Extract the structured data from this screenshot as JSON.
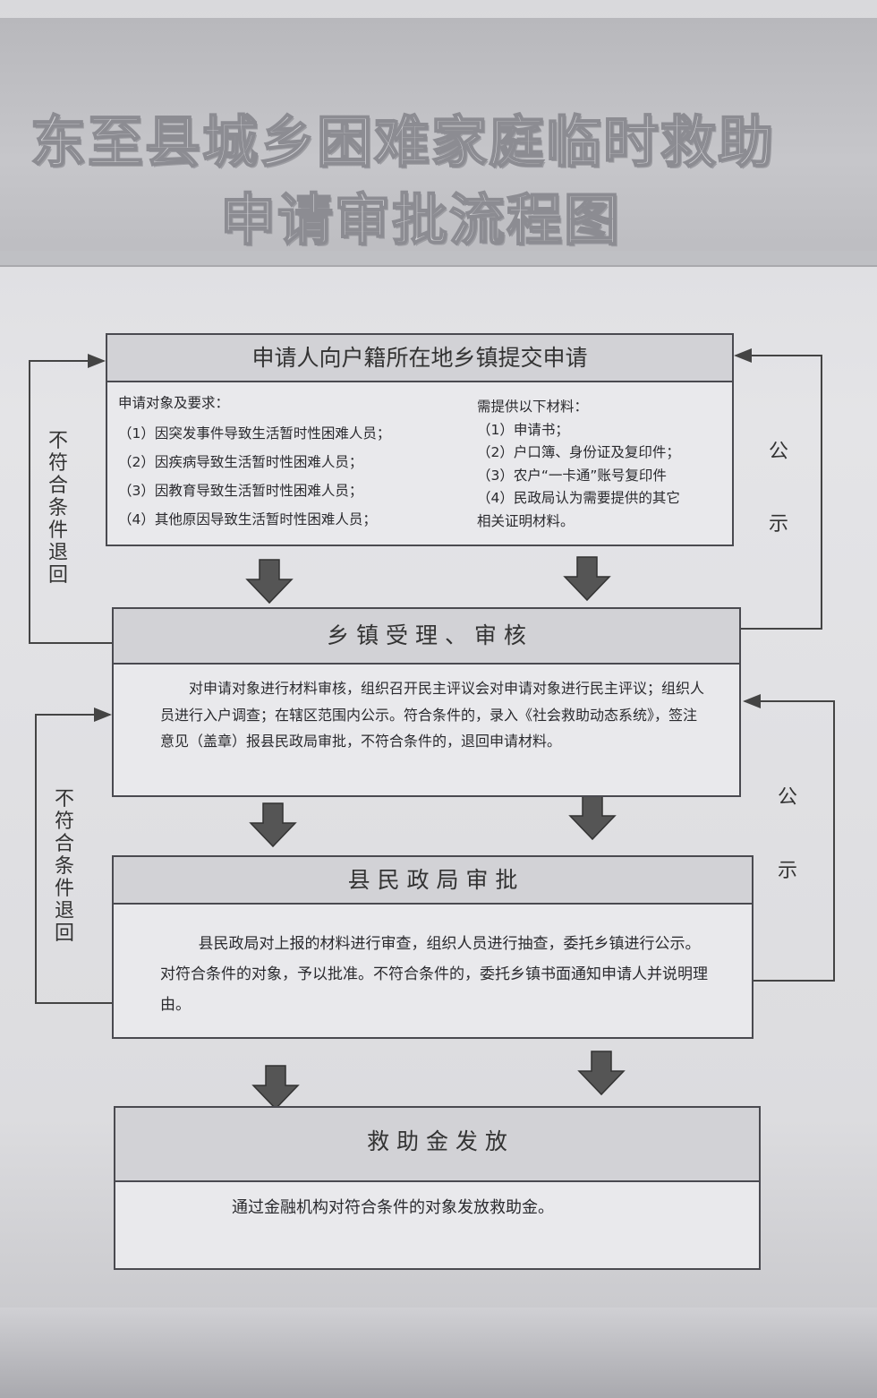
{
  "title": {
    "line1": "东至县城乡困难家庭临时救助",
    "line2": "申请审批流程图"
  },
  "steps": [
    {
      "heading": "申请人向户籍所在地乡镇提交申请",
      "left_title": "申请对象及要求：",
      "left_items": [
        "（1）因突发事件导致生活暂时性困难人员；",
        "（2）因疾病导致生活暂时性困难人员；",
        "（3）因教育导致生活暂时性困难人员；",
        "（4）其他原因导致生活暂时性困难人员；"
      ],
      "right_title": "需提供以下材料：",
      "right_items": [
        "（1）申请书；",
        "（2）户口簿、身份证及复印件；",
        "（3）农户“一卡通”账号复印件",
        "（4）民政局认为需要提供的其它",
        "相关证明材料。"
      ]
    },
    {
      "heading": "乡 镇 受 理 、 审 核",
      "text": "对申请对象进行材料审核，组织召开民主评议会对申请对象进行民主评议；组织人员进行入户调查；在辖区范围内公示。符合条件的，录入《社会救助动态系统》，签注意见（盖章）报县民政局审批，不符合条件的，退回申请材料。"
    },
    {
      "heading": "县 民 政 局 审 批",
      "text": "县民政局对上报的材料进行审查，组织人员进行抽查，委托乡镇进行公示。对符合条件的对象，予以批准。不符合条件的，委托乡镇书面通知申请人并说明理由。"
    },
    {
      "heading": "救 助 金 发 放",
      "text": "通过金融机构对符合条件的对象发放救助金。"
    }
  ],
  "side_labels": {
    "return1": "不符合条件退回",
    "return2": "不符合条件退回",
    "publicity1": [
      "公",
      "示"
    ],
    "publicity2": [
      "公",
      "示"
    ]
  }
}
